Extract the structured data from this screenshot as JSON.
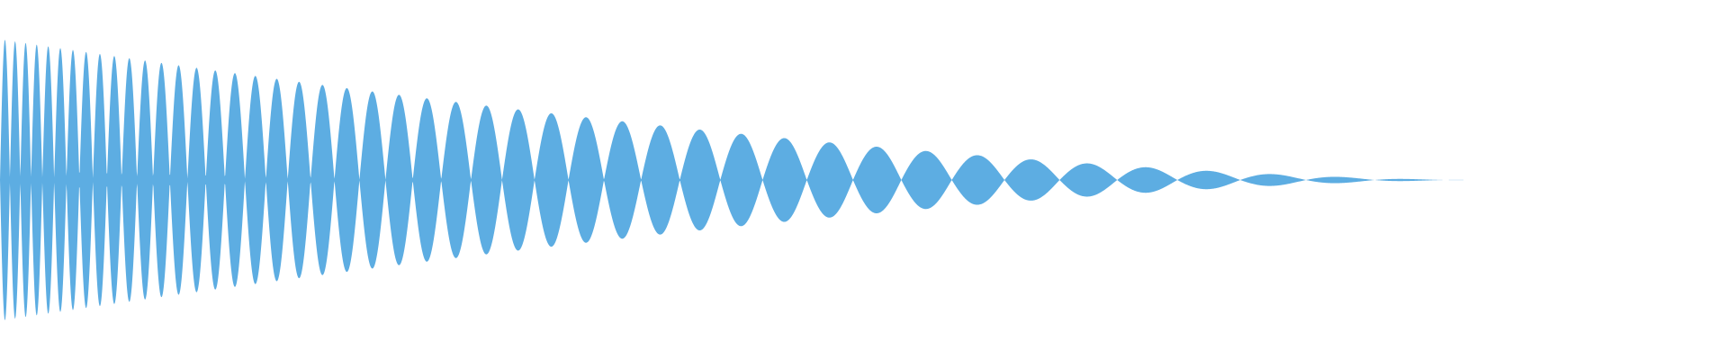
{
  "waveform": {
    "color": "#5dade2",
    "background": "#ffffff",
    "envelope": {
      "peak_amplitude": 0.98,
      "decay": "quadratic",
      "end_fraction": 0.8537
    },
    "lobes": {
      "initial_count_density": "high",
      "chirp": "decreasing-frequency",
      "total_lobes": 46
    }
  }
}
